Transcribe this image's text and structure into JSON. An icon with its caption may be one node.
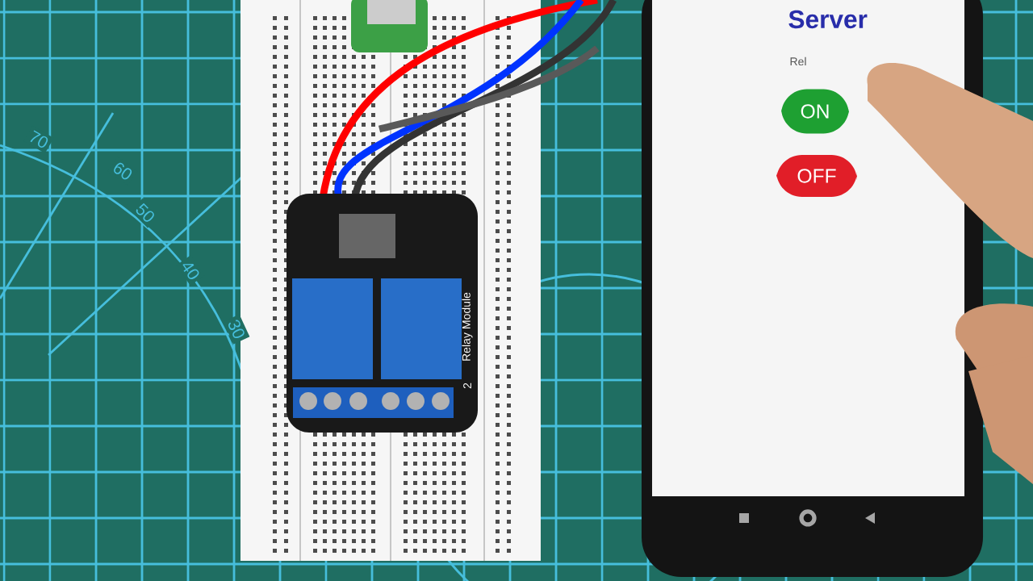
{
  "diagram": {
    "nodes": [
      {
        "text": [
          "ON"
        ]
      },
      {
        "text": [
          "OFF"
        ]
      }
    ],
    "labels": [
      "Server",
      "Rel",
      "Relay Module",
      "2",
      "70",
      "60",
      "50",
      "40",
      "30"
    ]
  }
}
